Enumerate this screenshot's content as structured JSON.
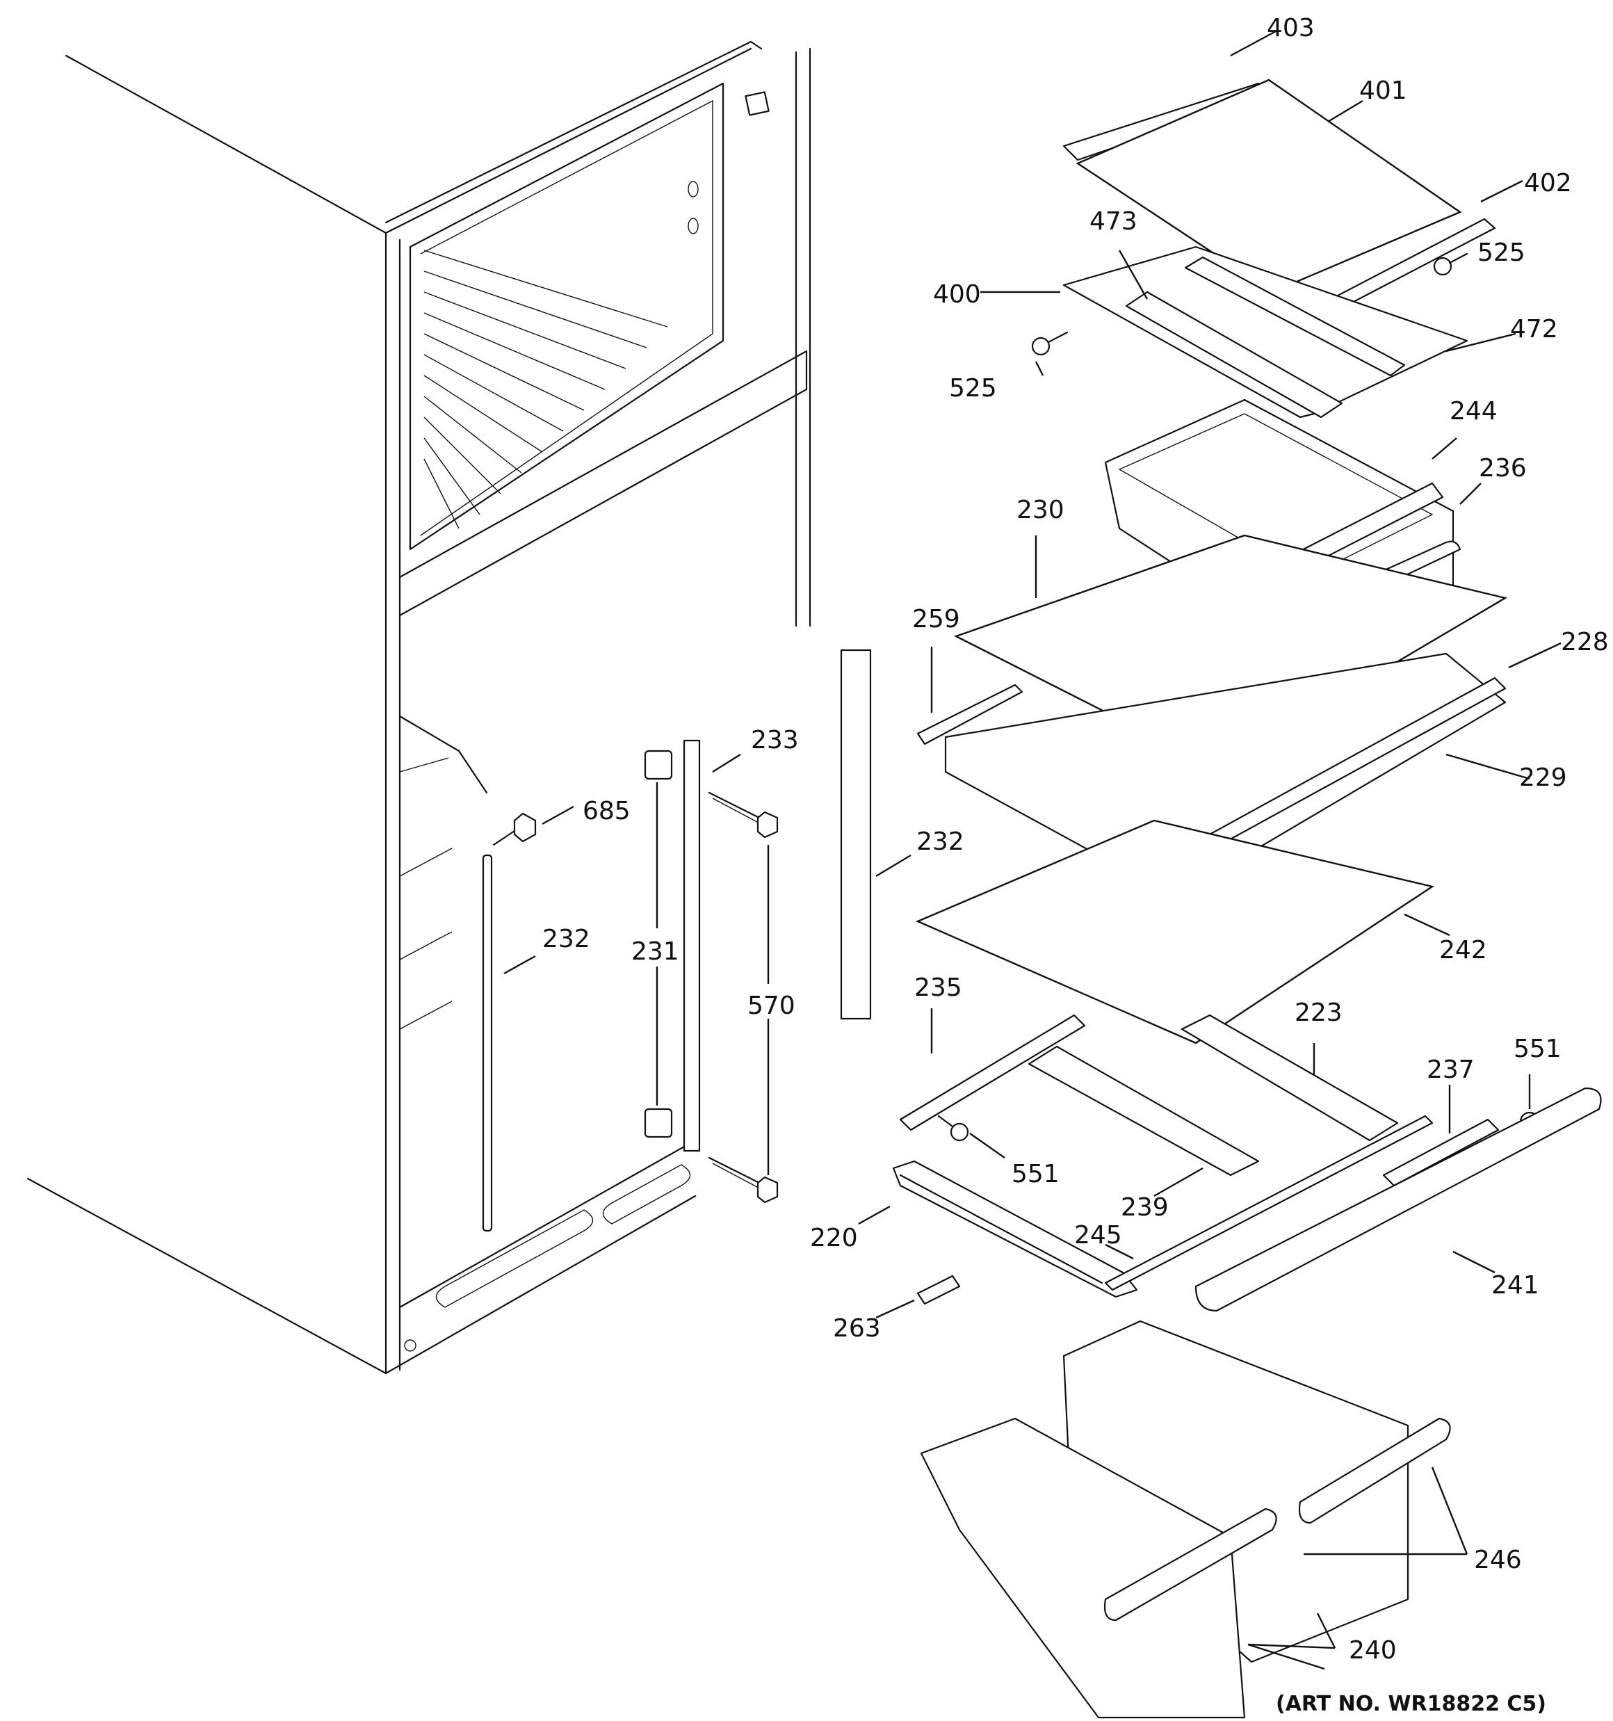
{
  "art_number": "(ART NO. WR18822 C5)",
  "callouts": {
    "c403": "403",
    "c401": "401",
    "c402": "402",
    "c473": "473",
    "c525a": "525",
    "c400": "400",
    "c472": "472",
    "c525b": "525",
    "c244": "244",
    "c236": "236",
    "c230": "230",
    "c259": "259",
    "c228": "228",
    "c233": "233",
    "c229": "229",
    "c685": "685",
    "c232a": "232",
    "c232b": "232",
    "c231": "231",
    "c570": "570",
    "c242": "242",
    "c235": "235",
    "c223": "223",
    "c551a": "551",
    "c237": "237",
    "c551b": "551",
    "c239": "239",
    "c220": "220",
    "c245": "245",
    "c241": "241",
    "c263": "263",
    "c246": "246",
    "c240": "240"
  }
}
